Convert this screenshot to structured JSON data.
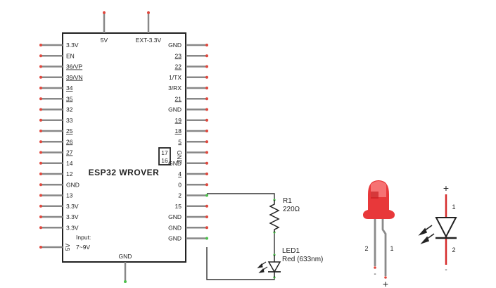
{
  "board": {
    "title": "ESP32  WROVER",
    "top_pins": [
      "5V",
      "EXT-3.3V"
    ],
    "bottom_pin": "GND",
    "left_pins": [
      {
        "label": "3.3V",
        "underline": false
      },
      {
        "label": "EN",
        "underline": false
      },
      {
        "label": "36/VP",
        "underline": true
      },
      {
        "label": "39/VN",
        "underline": true
      },
      {
        "label": "34",
        "underline": true
      },
      {
        "label": "35",
        "underline": true
      },
      {
        "label": "32",
        "underline": false
      },
      {
        "label": "33",
        "underline": false
      },
      {
        "label": "25",
        "underline": true
      },
      {
        "label": "26",
        "underline": true
      },
      {
        "label": "27",
        "underline": true
      },
      {
        "label": "14",
        "underline": false
      },
      {
        "label": "12",
        "underline": false
      },
      {
        "label": "GND",
        "underline": false
      },
      {
        "label": "13",
        "underline": false
      },
      {
        "label": "3.3V",
        "underline": false
      },
      {
        "label": "3.3V",
        "underline": false
      },
      {
        "label": "3.3V",
        "underline": false
      }
    ],
    "left_power": {
      "pin": "5V",
      "label_line1": "Input:",
      "label_line2": "7~9V"
    },
    "right_pins": [
      {
        "label": "GND",
        "underline": false
      },
      {
        "label": "23",
        "underline": true
      },
      {
        "label": "22",
        "underline": true
      },
      {
        "label": "1/TX",
        "underline": false
      },
      {
        "label": "3/RX",
        "underline": false
      },
      {
        "label": "21",
        "underline": true
      },
      {
        "label": "GND",
        "underline": false
      },
      {
        "label": "19",
        "underline": true
      },
      {
        "label": "18",
        "underline": true
      },
      {
        "label": "5",
        "underline": true
      },
      {
        "label": "GND",
        "underline": false
      },
      {
        "label": "GND",
        "underline": false
      },
      {
        "label": "4",
        "underline": true
      },
      {
        "label": "0",
        "underline": false
      },
      {
        "label": "2",
        "underline": false
      },
      {
        "label": "15",
        "underline": false
      },
      {
        "label": "GND",
        "underline": false
      },
      {
        "label": "GND",
        "underline": false
      },
      {
        "label": "GND",
        "underline": false
      }
    ],
    "box_pins": [
      "17",
      "16"
    ]
  },
  "resistor": {
    "name": "R1",
    "value": "220Ω"
  },
  "led": {
    "name": "LED1",
    "value": "Red (633nm)"
  },
  "led_drawing": {
    "pin_left": "2",
    "pin_right": "1",
    "minus": "-",
    "plus": "+"
  },
  "symbol": {
    "plus": "+",
    "pin_top": "1",
    "pin_bottom": "2",
    "minus": "-"
  },
  "colors": {
    "wire": "#333333",
    "pin_end": "#e0483e",
    "pin_ok": "#4cc04c",
    "led_red": "#e8383a",
    "symbol_red": "#d62c2c"
  }
}
